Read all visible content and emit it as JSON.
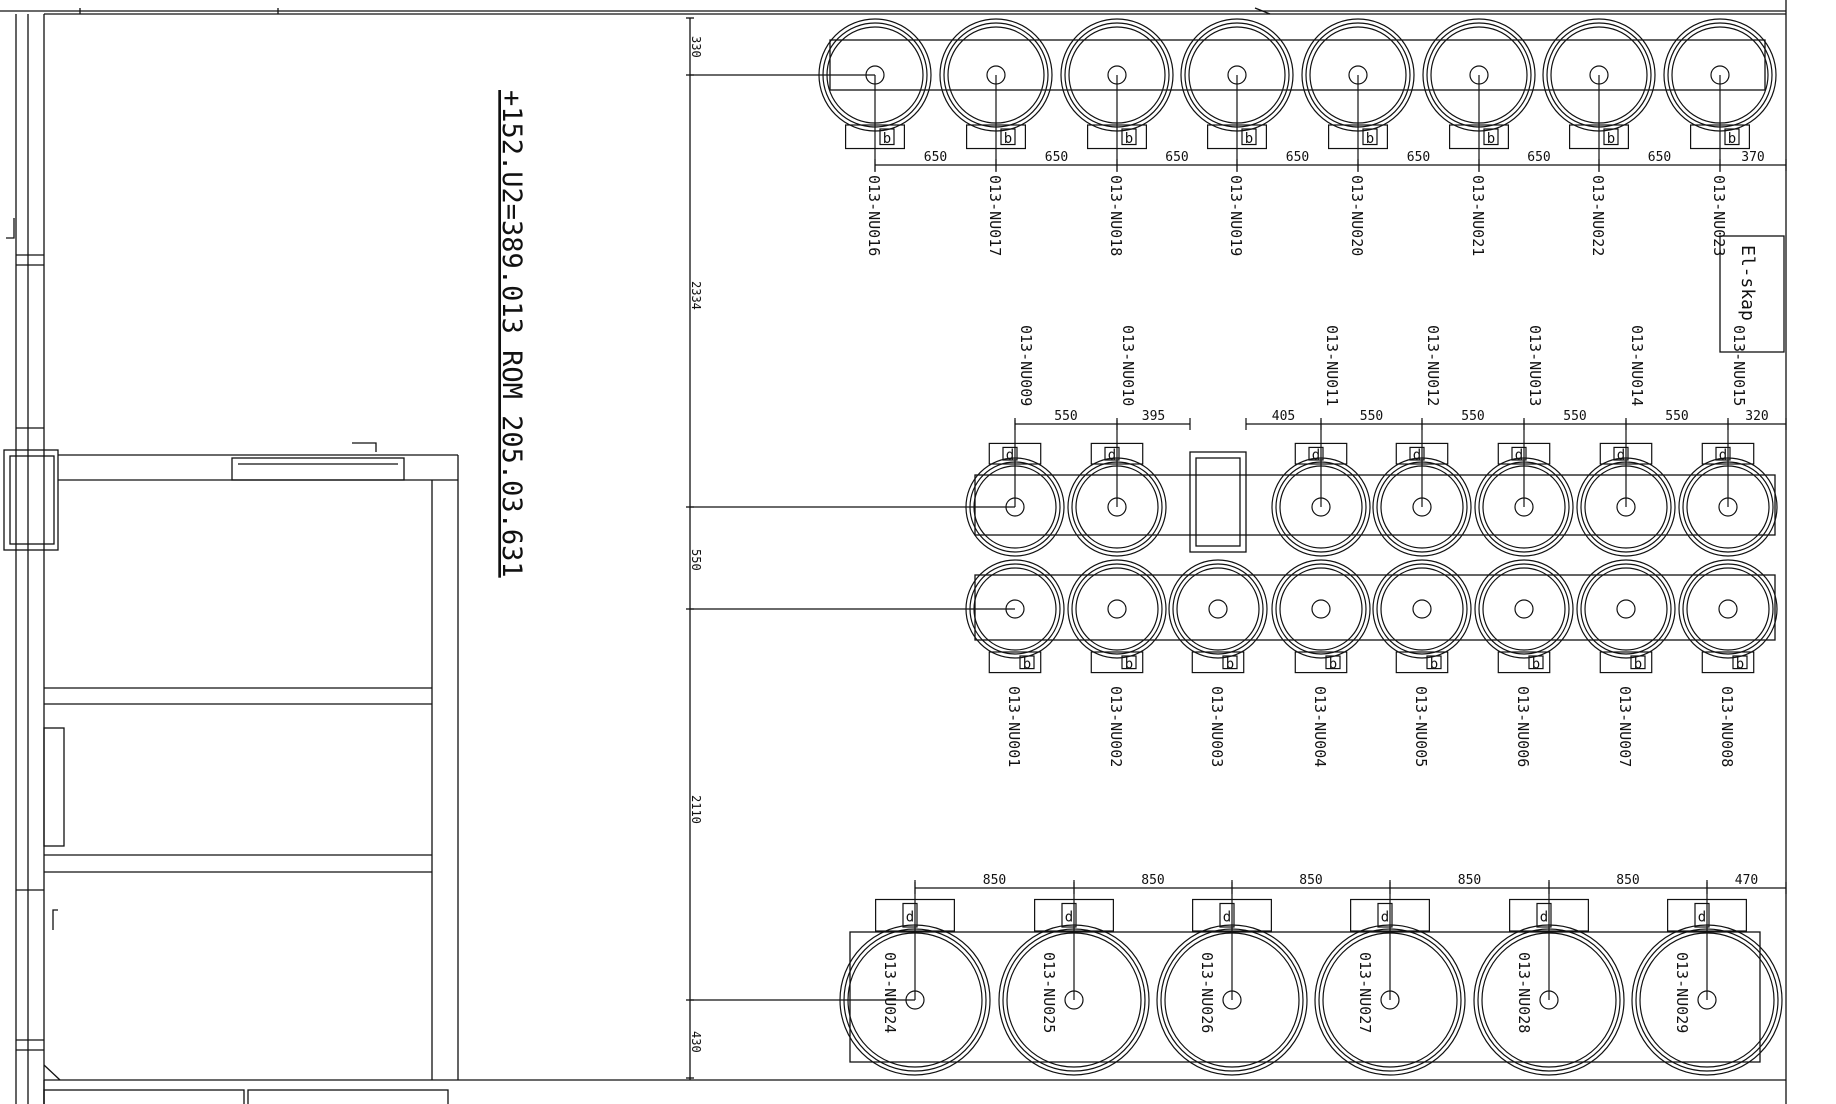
{
  "drawing": {
    "room_label": "+152.U2=389.013 ROM 205.03.631",
    "cabinet_label": "El-skap",
    "colors": {
      "line": "#111111",
      "paper": "#ffffff"
    }
  },
  "vertical_dimensions": [
    "330",
    "2334",
    "550",
    "2110",
    "430"
  ],
  "rows": {
    "top": {
      "tags": [
        "013-NU016",
        "013-NU017",
        "013-NU018",
        "013-NU019",
        "013-NU020",
        "013-NU021",
        "013-NU022",
        "013-NU023"
      ],
      "dims": [
        "650",
        "650",
        "650",
        "650",
        "650",
        "650",
        "650",
        "370"
      ]
    },
    "middle_upper": {
      "tags": [
        "013-NU009",
        "013-NU010",
        "013-NU011",
        "013-NU012",
        "013-NU013",
        "013-NU014",
        "013-NU015"
      ],
      "dims": [
        "550",
        "395",
        "405",
        "550",
        "550",
        "550",
        "550",
        "320"
      ]
    },
    "middle_lower": {
      "tags": [
        "013-NU001",
        "013-NU002",
        "013-NU003",
        "013-NU004",
        "013-NU005",
        "013-NU006",
        "013-NU007",
        "013-NU008"
      ]
    },
    "bottom": {
      "tags": [
        "013-NU024",
        "013-NU025",
        "013-NU026",
        "013-NU027",
        "013-NU028",
        "013-NU029"
      ],
      "dims": [
        "850",
        "850",
        "850",
        "850",
        "850",
        "470"
      ]
    }
  }
}
